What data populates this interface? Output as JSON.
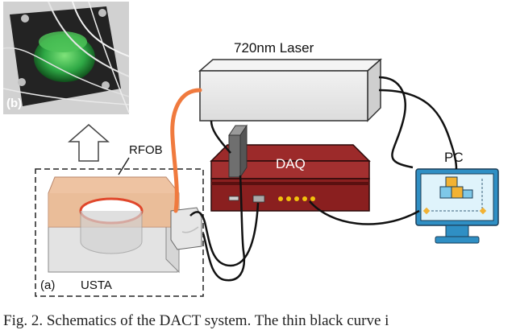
{
  "labels": {
    "laser": "720nm Laser",
    "daq": "DAQ",
    "pc": "PC",
    "rfob": "RFOB",
    "usta": "USTA",
    "panel_a": "(a)",
    "panel_b": "(b)"
  },
  "caption": "Fig. 2. Schematics of the DACT system. The thin black curve i",
  "colors": {
    "fiber_orange": "#f07a3e",
    "daq_body": "#8a1f1f",
    "pc_frame": "#2f8fc4",
    "pc_screen": "#dff3fb",
    "usta_top": "#eec3a2",
    "photo_green": "#2ea845"
  },
  "icons": [
    "up-arrow-icon",
    "cube-icon"
  ]
}
